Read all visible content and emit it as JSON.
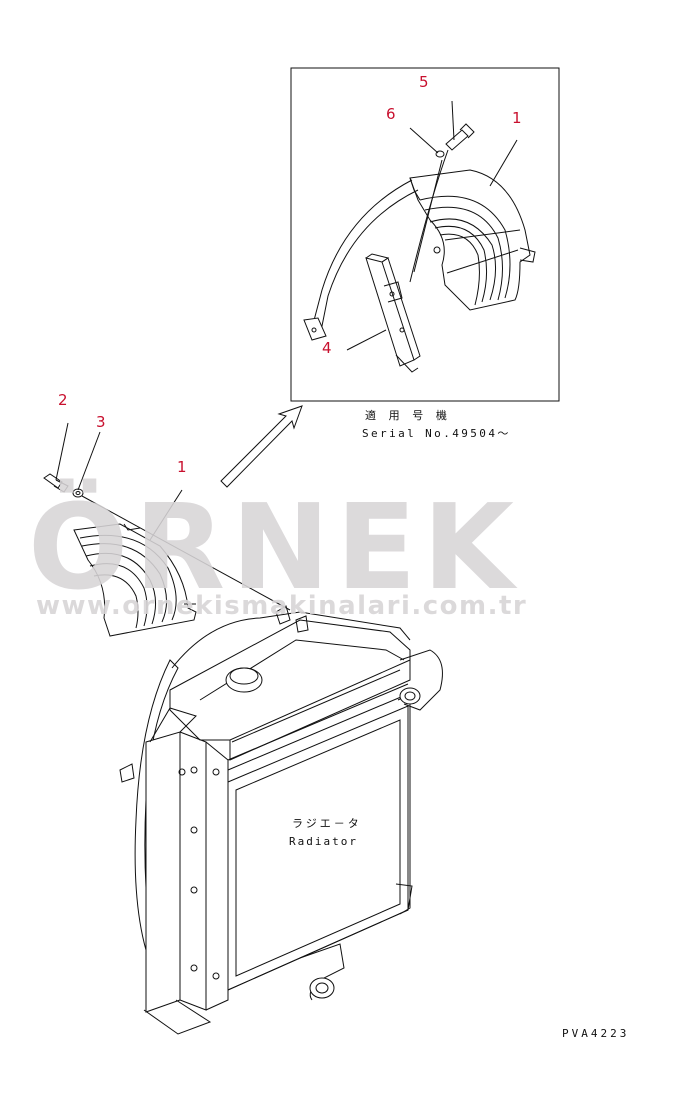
{
  "callouts": {
    "c1_top": "1",
    "c5": "5",
    "c6": "6",
    "c4": "4",
    "c2": "2",
    "c3": "3",
    "c1_main": "1"
  },
  "inset": {
    "applicable_jp": "適 用 号 機",
    "serial": "Serial No.49504～"
  },
  "radiator": {
    "label_jp": "ラジエ－タ",
    "label_en": "Radiator"
  },
  "drawing_code": "PVA4223",
  "watermark": {
    "brand": "ÖRNEK",
    "url": "www.ornekismakinalari.com.tr"
  },
  "colors": {
    "callout": "#c8102e",
    "line": "#111111",
    "watermark": "#d8d5d7",
    "accent": "#f2c14e"
  }
}
